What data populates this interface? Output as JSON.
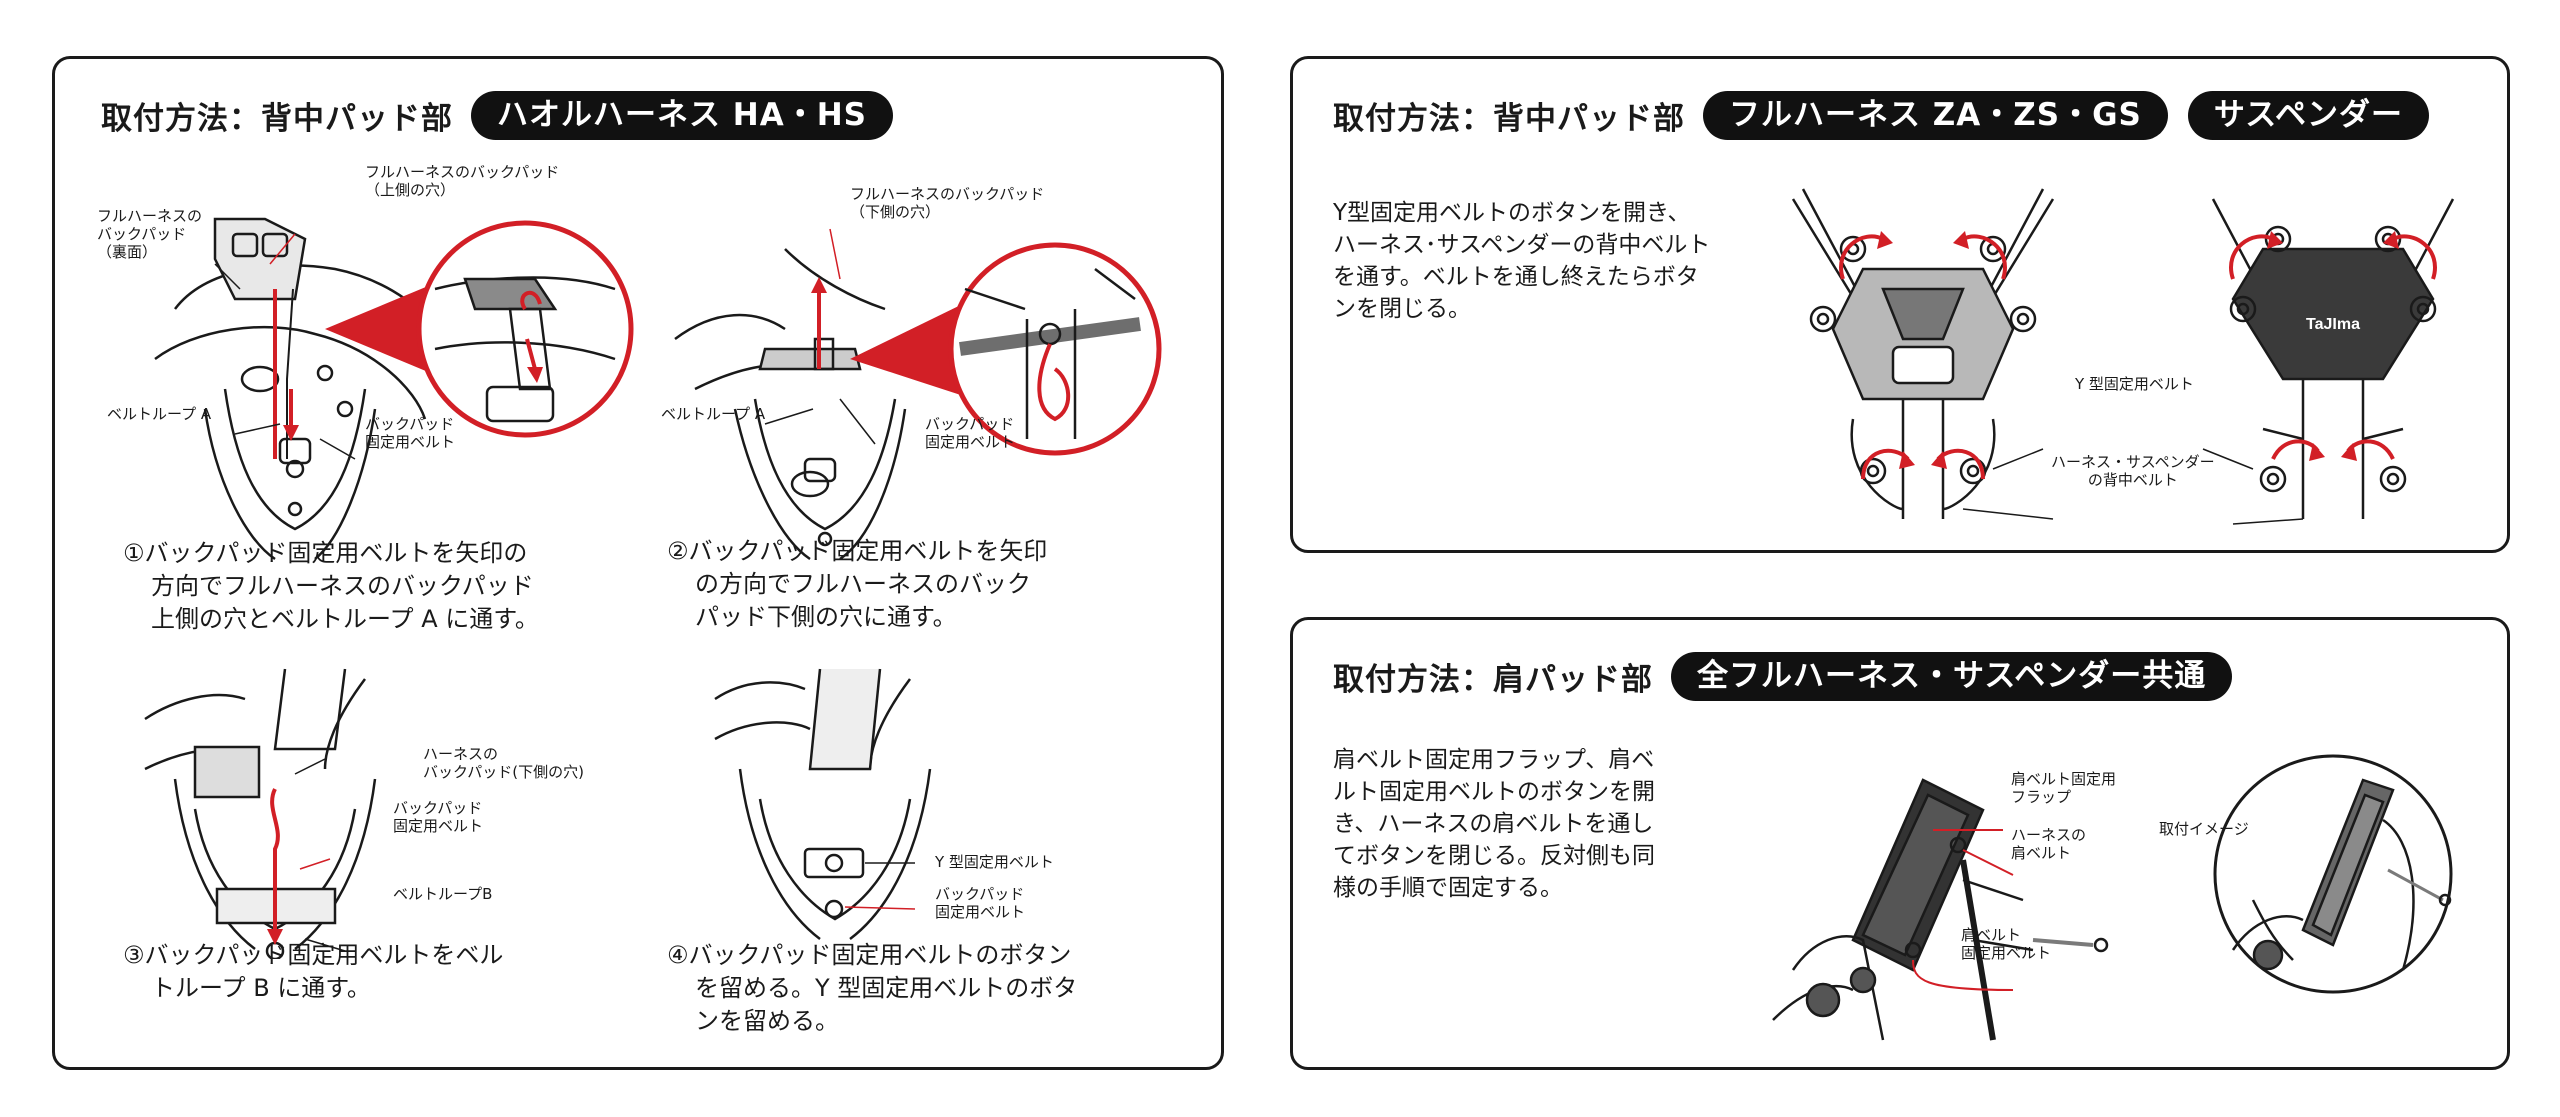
{
  "panel_left": {
    "title": "取付方法：背中パッド部",
    "badge": "ハオルハーネス HA・HS",
    "fig1": {
      "labels": {
        "backpad_upper_1": "フルハーネスのバックパッド",
        "backpad_upper_2": "（上側の穴）",
        "backpad_rear_1": "フルハーネスの",
        "backpad_rear_2": "バックパッド",
        "backpad_rear_3": "（裏面）",
        "belt_loop_a": "ベルトループ A",
        "fix_belt_1": "バックパッド",
        "fix_belt_2": "固定用ベルト"
      },
      "step": [
        "①バックパッド固定用ベルトを矢印の",
        "方向でフルハーネスのバックパッド",
        "上側の穴とベルトループ A に通す。"
      ]
    },
    "fig2": {
      "labels": {
        "backpad_lower_1": "フルハーネスのバックパッド",
        "backpad_lower_2": "（下側の穴）",
        "belt_loop_a": "ベルトループ A",
        "fix_belt_1": "バックパッド",
        "fix_belt_2": "固定用ベルト"
      },
      "step": [
        "②バックパッド固定用ベルトを矢印",
        "の方向でフルハーネスのバック",
        "パッド下側の穴に通す。"
      ]
    },
    "fig3": {
      "labels": {
        "harness_1": "ハーネスの",
        "harness_2": "バックパッド(下側の穴)",
        "fix_belt_1": "バックパッド",
        "fix_belt_2": "固定用ベルト",
        "belt_loop_b": "ベルトループB"
      },
      "step": [
        "③バックパッド固定用ベルトをベル",
        "トループ B に通す。"
      ]
    },
    "fig4": {
      "labels": {
        "y_belt": "Y 型固定用ベルト",
        "fix_belt_1": "バックパッド",
        "fix_belt_2": "固定用ベルト"
      },
      "step": [
        "④バックパッド固定用ベルトのボタン",
        "を留める。Y 型固定用ベルトのボタ",
        "ンを留める。"
      ]
    }
  },
  "panel_top_right": {
    "title": "取付方法：背中パッド部",
    "badge1": "フルハーネス ZA・ZS・GS",
    "badge2": "サスペンダー",
    "desc": [
      "Y型固定用ベルトのボタンを開き、",
      "ハーネス･サスペンダーの背中ベルト",
      "を通す。ベルトを通し終えたらボタ",
      "ンを閉じる。"
    ],
    "labels": {
      "y_belt": "Y 型固定用ベルト",
      "back_belt_1": "ハーネス・サスペンダー",
      "back_belt_2": "の背中ベルト",
      "logo": "TaJIma"
    }
  },
  "panel_bottom_right": {
    "title": "取付方法：肩パッド部",
    "badge": "全フルハーネス・サスペンダー共通",
    "desc": [
      "肩ベルト固定用フラップ、肩ベ",
      "ルト固定用ベルトのボタンを開",
      "き、ハーネスの肩ベルトを通し",
      "てボタンを閉じる。反対側も同",
      "様の手順で固定する。"
    ],
    "labels": {
      "flap_1": "肩ベルト固定用",
      "flap_2": "フラップ",
      "harness_1": "ハーネスの",
      "harness_2": "肩ベルト",
      "fix_1": "肩ベルト",
      "fix_2": "固定用ベルト",
      "image": "取付イメージ"
    }
  },
  "colors": {
    "accent_red": "#d21f26",
    "ink": "#1a1a1a",
    "badge_bg": "#111111",
    "pad_gray": "#8a8a8a"
  }
}
